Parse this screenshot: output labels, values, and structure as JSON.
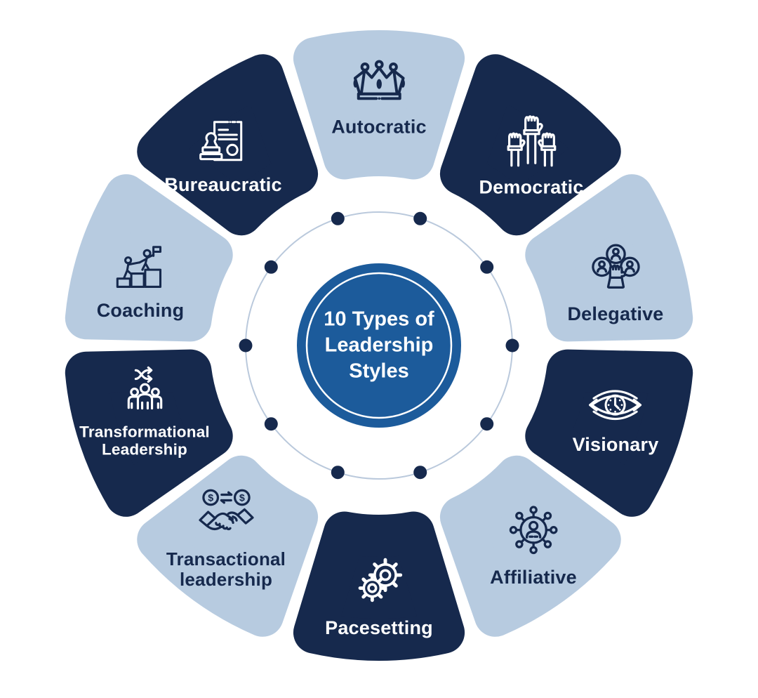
{
  "diagram": {
    "center": {
      "title": "10 Types of Leadership Styles"
    },
    "ring": {
      "dot_count": 10
    },
    "colors": {
      "dark_navy": "#16294d",
      "light_blue": "#b7cbe0",
      "center_blue": "#1c5b9b",
      "ring": "#bac9dc",
      "white": "#ffffff"
    },
    "segments": [
      {
        "id": "autocratic",
        "label": "Autocratic",
        "icon": "crown-icon",
        "theme": "light"
      },
      {
        "id": "democratic",
        "label": "Democratic",
        "icon": "raised-hands-icon",
        "theme": "dark"
      },
      {
        "id": "delegative",
        "label": "Delegative",
        "icon": "delegation-hand-icon",
        "theme": "light"
      },
      {
        "id": "visionary",
        "label": "Visionary",
        "icon": "eye-clock-icon",
        "theme": "dark"
      },
      {
        "id": "affiliative",
        "label": "Affiliative",
        "icon": "person-network-icon",
        "theme": "light"
      },
      {
        "id": "pacesetting",
        "label": "Pacesetting",
        "icon": "gears-icon",
        "theme": "dark"
      },
      {
        "id": "transactional",
        "label": "Transactional leadership",
        "icon": "handshake-money-icon",
        "theme": "light"
      },
      {
        "id": "transformational",
        "label": "Transformational Leadership",
        "icon": "shuffle-people-icon",
        "theme": "dark"
      },
      {
        "id": "coaching",
        "label": "Coaching",
        "icon": "coaching-stairs-icon",
        "theme": "light"
      },
      {
        "id": "bureaucratic",
        "label": "Bureaucratic",
        "icon": "stamp-document-icon",
        "theme": "dark"
      }
    ]
  }
}
